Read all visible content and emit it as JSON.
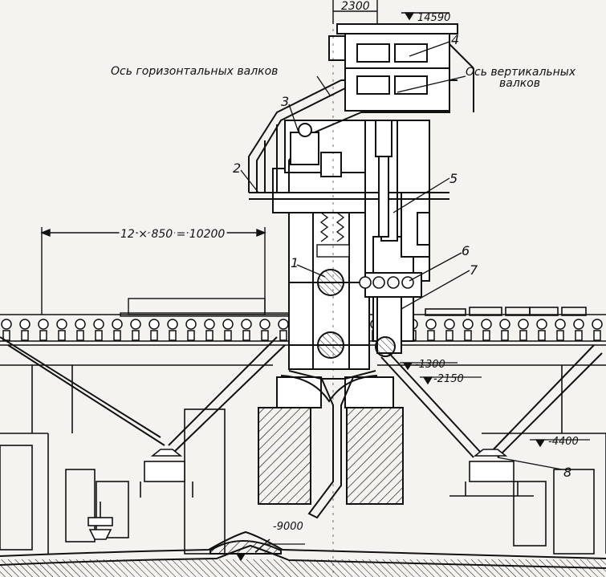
{
  "annotations": {
    "dim_top": "2300",
    "elev_top": "14590",
    "axis_horizontal": "Ось горизонтальных валков",
    "axis_vertical_line1": "Ось вертикальных",
    "axis_vertical_line2": "валков",
    "span": "12 × 850 = 10200",
    "elev_1300": "-1300",
    "elev_2150": "-2150",
    "elev_4400": "-4400",
    "elev_9000": "-9000"
  },
  "callouts": {
    "c1": "1",
    "c2": "2",
    "c3": "3",
    "c4": "4",
    "c5": "5",
    "c6": "6",
    "c7": "7",
    "c8": "8"
  },
  "colors": {
    "ink": "#111111",
    "paper": "#f4f3ef"
  }
}
